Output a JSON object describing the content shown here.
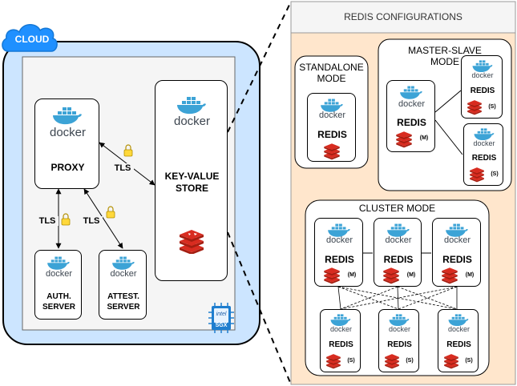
{
  "cloud": {
    "label": "CLOUD"
  },
  "left": {
    "proxy": {
      "logo": "docker",
      "label": "PROXY"
    },
    "kv": {
      "logo": "docker",
      "label_line1": "KEY-VALUE",
      "label_line2": "STORE"
    },
    "auth": {
      "logo": "docker",
      "label_line1": "AUTH.",
      "label_line2": "SERVER"
    },
    "attest": {
      "logo": "docker",
      "label_line1": "ATTEST.",
      "label_line2": "SERVER"
    },
    "tls": [
      "TLS",
      "TLS",
      "TLS"
    ],
    "sgx": {
      "brand": "intel",
      "label": "SGX"
    }
  },
  "right": {
    "title": "REDIS CONFIGURATIONS",
    "standalone": {
      "title_line1": "STANDALONE",
      "title_line2": "MODE",
      "node": {
        "logo": "docker",
        "label": "REDIS"
      }
    },
    "master_slave": {
      "title_line1": "MASTER-SLAVE",
      "title_line2": "MODE",
      "master": {
        "logo": "docker",
        "label": "REDIS",
        "role": "(M)"
      },
      "slaves": [
        {
          "logo": "docker",
          "label": "REDIS",
          "role": "(S)"
        },
        {
          "logo": "docker",
          "label": "REDIS",
          "role": "(S)"
        }
      ]
    },
    "cluster": {
      "title": "CLUSTER MODE",
      "masters": [
        {
          "logo": "docker",
          "label": "REDIS",
          "role": "(M)"
        },
        {
          "logo": "docker",
          "label": "REDIS",
          "role": "(M)"
        },
        {
          "logo": "docker",
          "label": "REDIS",
          "role": "(M)"
        }
      ],
      "slaves": [
        {
          "logo": "docker",
          "label": "REDIS",
          "role": "(S)"
        },
        {
          "logo": "docker",
          "label": "REDIS",
          "role": "(S)"
        },
        {
          "logo": "docker",
          "label": "REDIS",
          "role": "(S)"
        }
      ]
    }
  }
}
